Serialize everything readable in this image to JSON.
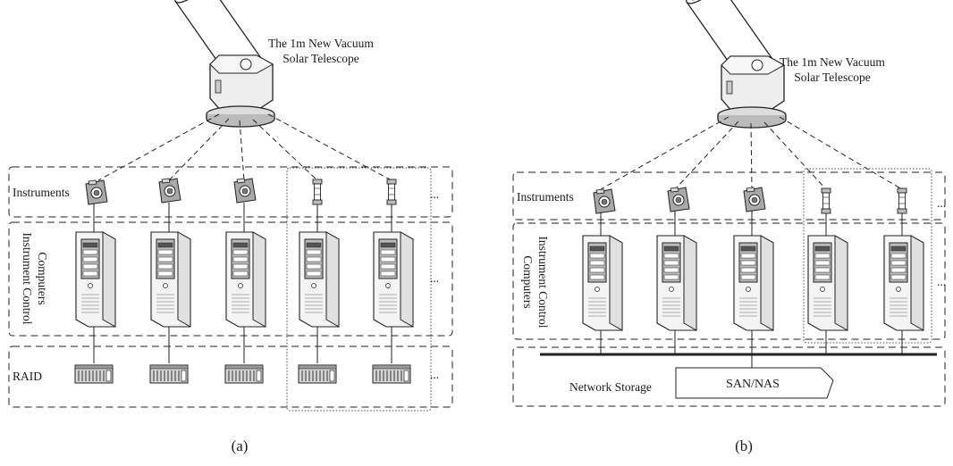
{
  "panels": [
    {
      "caption": "(a)",
      "telescope_label_line1": "The 1m New Vacuum",
      "telescope_label_line2": "Solar Telescope",
      "instruments_label": "Instruments",
      "computers_label_line1": "Instrument Control",
      "computers_label_line2": "Computers",
      "storage_label": "RAID",
      "ellipsis": "...",
      "instruments": [
        "camera",
        "camera",
        "camera",
        "tube-sensor",
        "tube-sensor"
      ],
      "computers_count": 5,
      "storage_type": "per-node RAID",
      "raid_count": 5
    },
    {
      "caption": "(b)",
      "telescope_label_line1": "The 1m New Vacuum",
      "telescope_label_line2": "Solar Telescope",
      "instruments_label": "Instruments",
      "computers_label_line1": "Instrument Control",
      "computers_label_line2": "Computers",
      "storage_label": "Network Storage",
      "storage_box_label": "SAN/NAS",
      "ellipsis": "...",
      "instruments": [
        "camera",
        "camera",
        "camera",
        "tube-sensor",
        "tube-sensor"
      ],
      "computers_count": 5,
      "storage_type": "shared SAN/NAS"
    }
  ]
}
